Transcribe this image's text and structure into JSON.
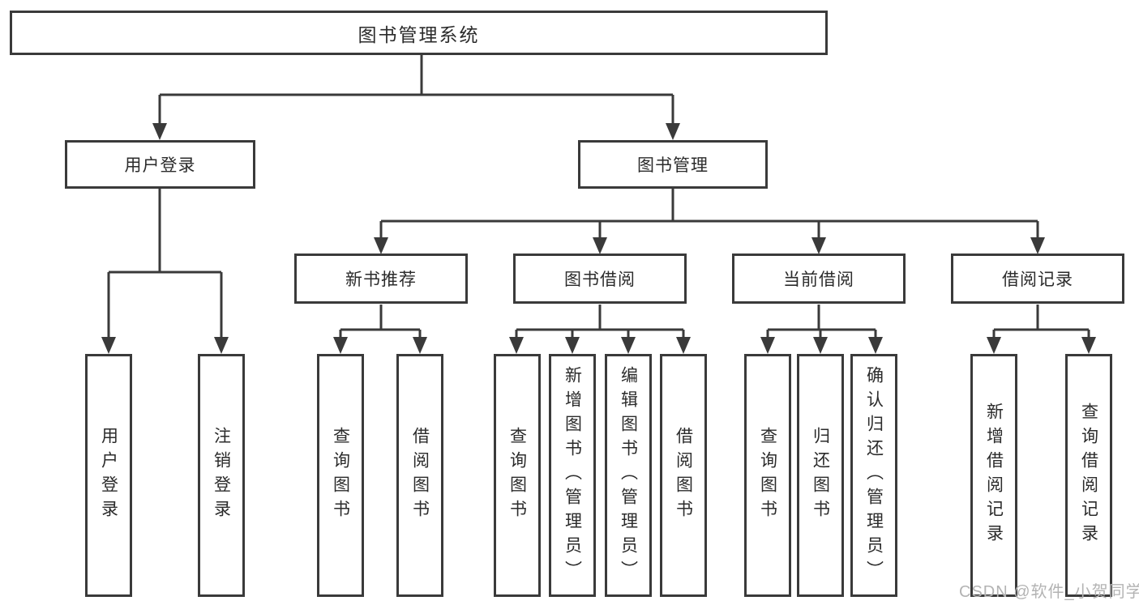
{
  "diagram": {
    "title": "图书管理系统",
    "type": "hierarchy-tree",
    "colors": {
      "background": "#ffffff",
      "box_fill": "#ffffff",
      "box_border": "#3a3a3a",
      "line": "#3a3a3a",
      "text": "#2b2b2b",
      "watermark_text": "#b3b3b3"
    },
    "watermark": "CSDN @软件_小贺同学"
  },
  "tree": {
    "label": "图书管理系统",
    "children": [
      {
        "label": "用户登录",
        "children": [
          {
            "label": "用户登录"
          },
          {
            "label": "注销登录"
          }
        ]
      },
      {
        "label": "图书管理",
        "children": [
          {
            "label": "新书推荐",
            "children": [
              {
                "label": "查询图书"
              },
              {
                "label": "借阅图书"
              }
            ]
          },
          {
            "label": "图书借阅",
            "children": [
              {
                "label": "查询图书"
              },
              {
                "label": "新增图书（管理员）"
              },
              {
                "label": "编辑图书（管理员）"
              },
              {
                "label": "借阅图书"
              }
            ]
          },
          {
            "label": "当前借阅",
            "children": [
              {
                "label": "查询图书"
              },
              {
                "label": "归还图书"
              },
              {
                "label": "确认归还（管理员）"
              }
            ]
          },
          {
            "label": "借阅记录",
            "children": [
              {
                "label": "新增借阅记录"
              },
              {
                "label": "查询借阅记录"
              }
            ]
          }
        ]
      }
    ]
  }
}
